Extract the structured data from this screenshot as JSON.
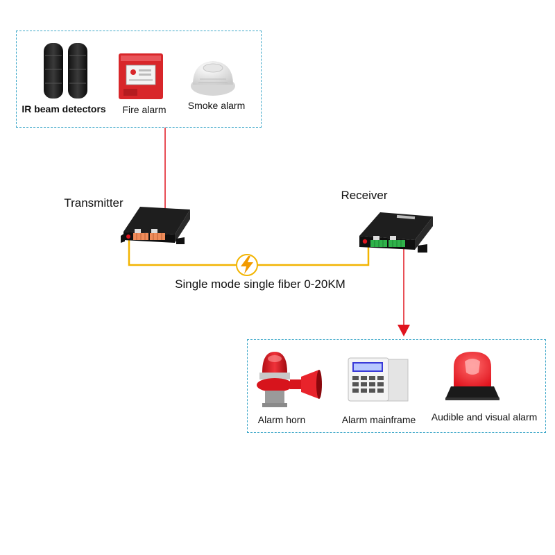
{
  "diagram": {
    "inputs": [
      {
        "label": "IR beam detectors",
        "icon": "ir-beam-detector-icon"
      },
      {
        "label": "Fire alarm",
        "icon": "fire-alarm-icon"
      },
      {
        "label": "Smoke alarm",
        "icon": "smoke-alarm-icon"
      }
    ],
    "transmitter_label": "Transmitter",
    "receiver_label": "Receiver",
    "fiber_label": "Single mode single fiber 0-20KM",
    "outputs": [
      {
        "label": "Alarm horn",
        "icon": "alarm-horn-icon"
      },
      {
        "label": "Alarm mainframe",
        "icon": "alarm-mainframe-icon"
      },
      {
        "label": "Audible and visual alarm",
        "icon": "audible-visual-alarm-icon"
      }
    ],
    "colors": {
      "box_border": "#3aa6c8",
      "signal_line": "#e0141e",
      "fiber_line": "#f2b400"
    }
  }
}
